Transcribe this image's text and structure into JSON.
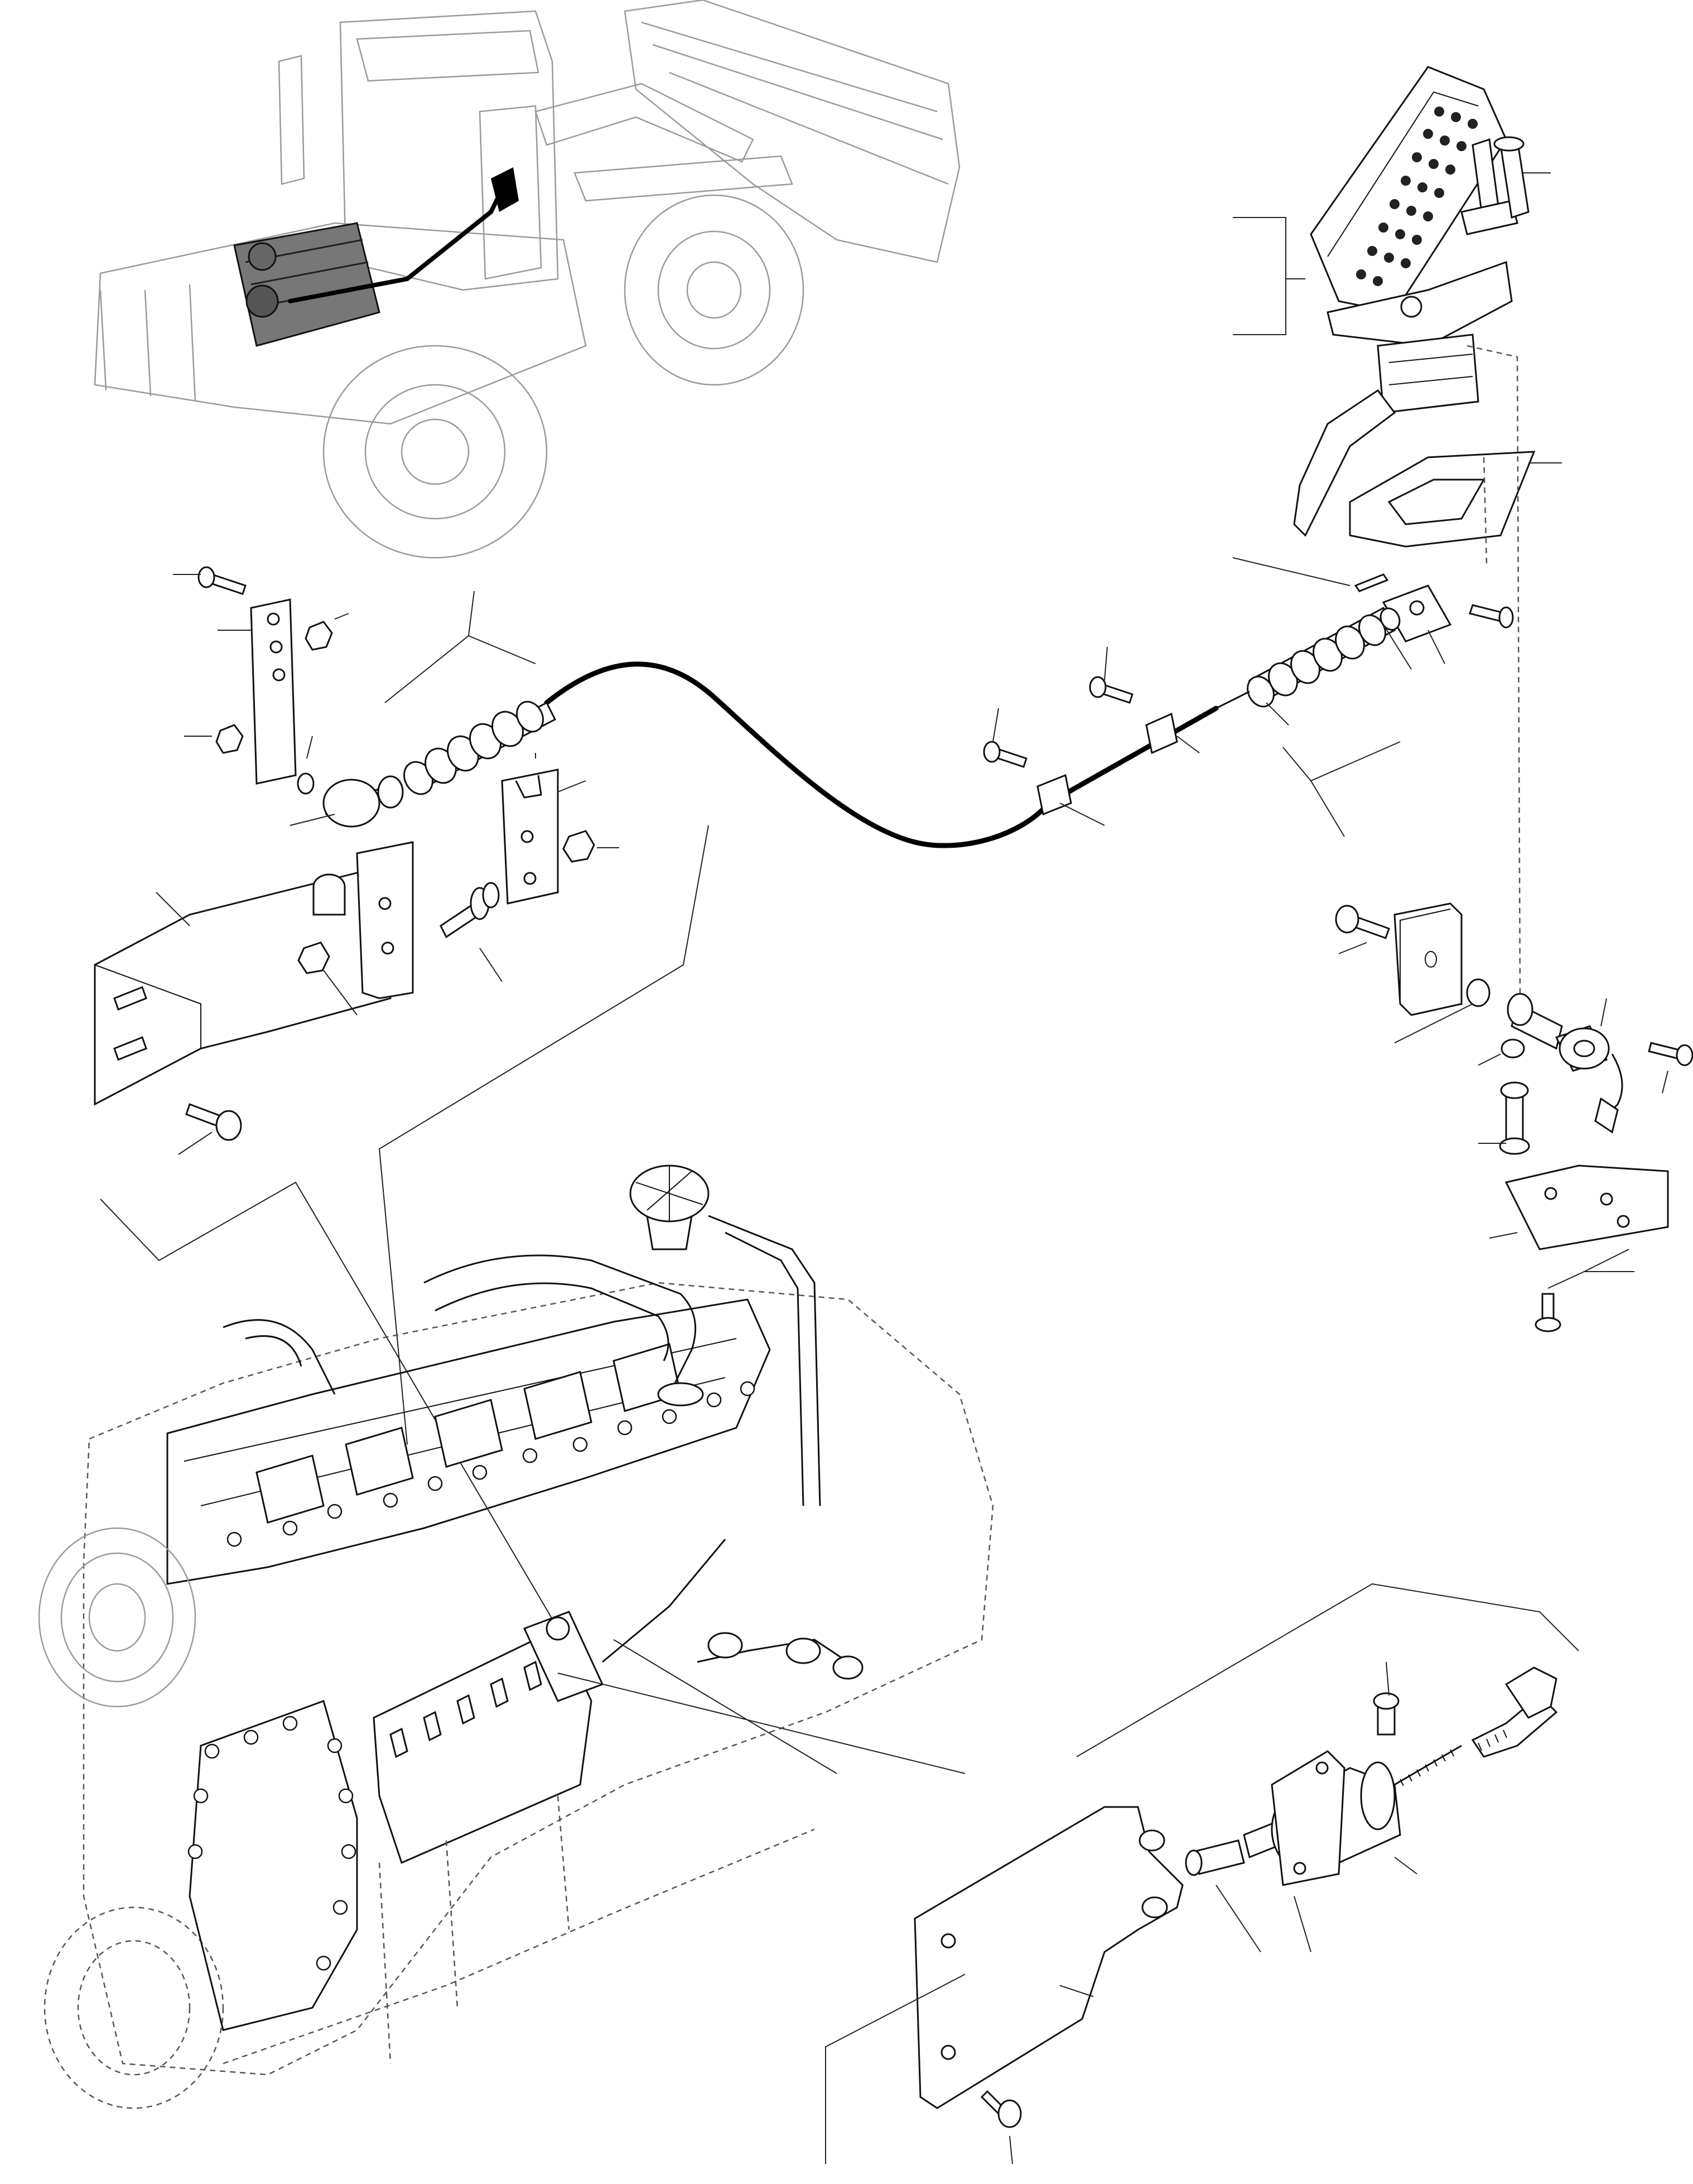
{
  "diagram": {
    "type": "exploded parts diagram",
    "components": [
      "machine-overview",
      "accelerator-pedal-assembly",
      "pedal-mounting-plate",
      "throttle-cable",
      "cable-clamps",
      "cable-ball-joint",
      "support-bracket",
      "fuel-shutoff-solenoid",
      "solenoid-mounting-plate",
      "diesel-engine",
      "injection-pump-bracket",
      "stop-solenoid-assembly"
    ],
    "callouts_printed": false
  }
}
